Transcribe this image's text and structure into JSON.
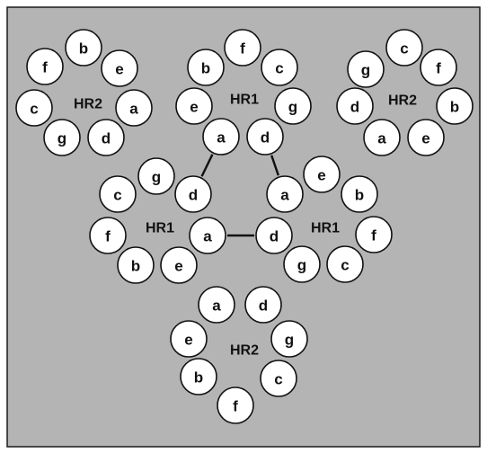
{
  "colors": {
    "background": "#b4b4b4",
    "circle_fill": "#ffffff",
    "stroke": "#111111"
  },
  "groups": [
    {
      "id": "g1",
      "label": "HR2",
      "circles": [
        "b",
        "e",
        "a",
        "d",
        "g",
        "c",
        "f"
      ]
    },
    {
      "id": "g2",
      "label": "HR1",
      "circles": [
        "f",
        "c",
        "g",
        "d",
        "a",
        "e",
        "b"
      ]
    },
    {
      "id": "g3",
      "label": "HR2",
      "circles": [
        "c",
        "f",
        "b",
        "e",
        "a",
        "d",
        "g"
      ]
    },
    {
      "id": "g4",
      "label": "HR1",
      "circles": [
        "g",
        "c",
        "f",
        "b",
        "e",
        "a",
        "d"
      ]
    },
    {
      "id": "g5",
      "label": "HR1",
      "circles": [
        "e",
        "b",
        "f",
        "c",
        "g",
        "d",
        "a"
      ]
    },
    {
      "id": "g6",
      "label": "HR2",
      "circles": [
        "a",
        "d",
        "g",
        "c",
        "f",
        "b",
        "e"
      ]
    }
  ],
  "links": [
    {
      "from": "g2.a",
      "to": "g4.d"
    },
    {
      "from": "g2.d",
      "to": "g5.a"
    },
    {
      "from": "g4.a",
      "to": "g5.d"
    }
  ]
}
